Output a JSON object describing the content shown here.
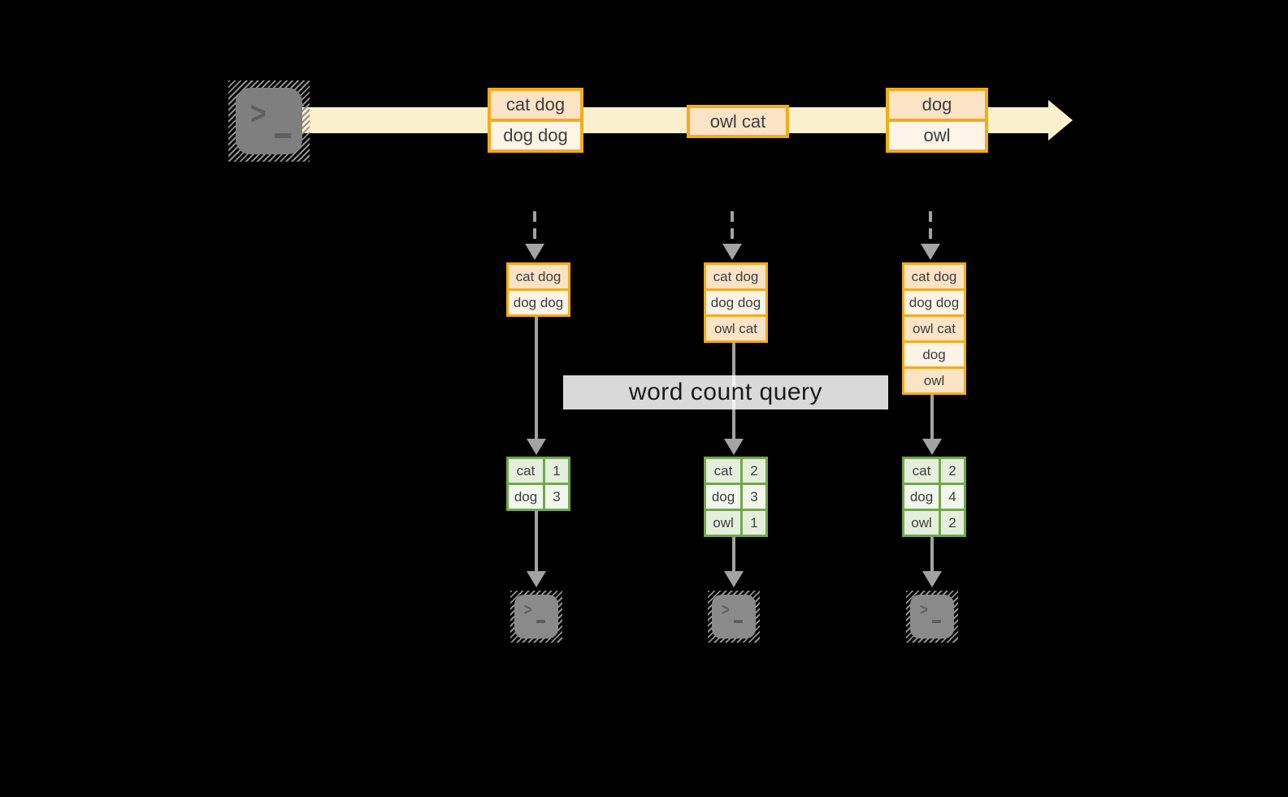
{
  "colors": {
    "background": "#000000",
    "stream_band": "#FAF0CE",
    "event_border": "#F2AC18",
    "event_fill_dark": "#FBE3C6",
    "event_fill_light": "#FDF3E6",
    "table_border": "#71A74B",
    "table_fill_dark": "#E5EEDC",
    "table_fill_light": "#F2F7EE",
    "arrow_gray": "#A3A3A3",
    "terminal_gray": "#7F7F7F",
    "query_box": "#FFFFFF"
  },
  "glyphs": {
    "prompt": ">"
  },
  "stream": {
    "events": [
      {
        "lines": [
          "cat dog",
          "dog dog"
        ]
      },
      {
        "lines": [
          "owl cat"
        ]
      },
      {
        "lines": [
          "dog",
          "owl"
        ]
      }
    ]
  },
  "query": {
    "label": "word count query"
  },
  "columns": [
    {
      "buffer": [
        "cat dog",
        "dog dog"
      ],
      "counts": [
        {
          "word": "cat",
          "count": "1"
        },
        {
          "word": "dog",
          "count": "3"
        }
      ]
    },
    {
      "buffer": [
        "cat dog",
        "dog dog",
        "owl cat"
      ],
      "counts": [
        {
          "word": "cat",
          "count": "2"
        },
        {
          "word": "dog",
          "count": "3"
        },
        {
          "word": "owl",
          "count": "1"
        }
      ]
    },
    {
      "buffer": [
        "cat dog",
        "dog dog",
        "owl cat",
        "dog",
        "owl"
      ],
      "counts": [
        {
          "word": "cat",
          "count": "2"
        },
        {
          "word": "dog",
          "count": "4"
        },
        {
          "word": "owl",
          "count": "2"
        }
      ]
    }
  ]
}
